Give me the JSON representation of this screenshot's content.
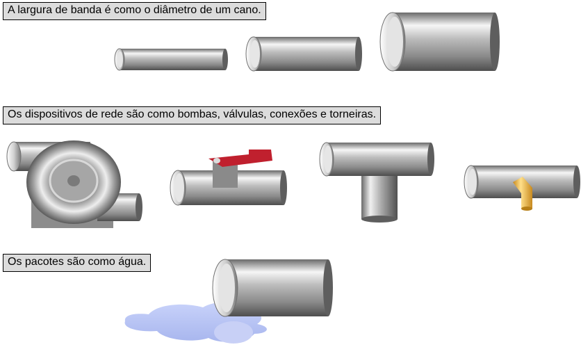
{
  "captions": {
    "bandwidth": "A largura de banda é como o diâmetro de um cano.",
    "devices": "Os dispositivos de rede são como bombas, válvulas, conexões e torneiras.",
    "packets": "Os pacotes são como água."
  },
  "colors": {
    "caption_bg": "#dcdcdc",
    "pipe_dark": "#5a5a5a",
    "pipe_light": "#f4f4f4",
    "valve_handle": "#c0202e",
    "faucet": "#e8b040",
    "water": "#b8c4f4"
  }
}
